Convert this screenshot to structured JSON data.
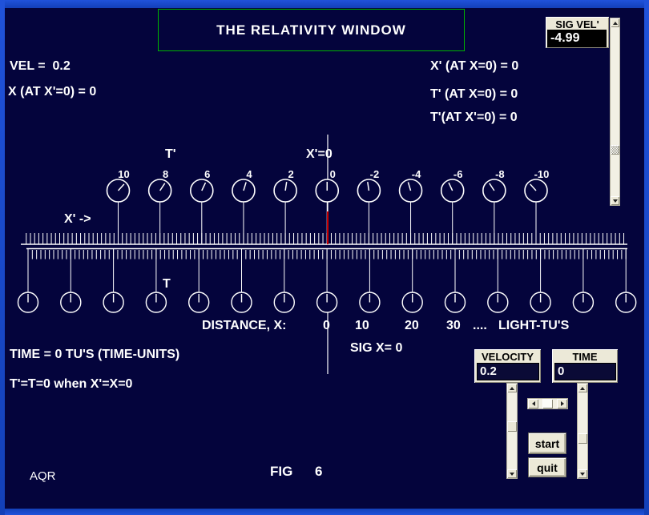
{
  "window": {
    "title": "THE RELATIVITY WINDOW"
  },
  "readouts": {
    "vel": "VEL =  0.2",
    "x_at_xp0": "X (AT X'=0) = 0",
    "xp_at_x0": "X' (AT X=0) = 0",
    "tp_at_x0": "T' (AT X=0) = 0",
    "tp_at_xp0": "T'(AT X'=0) = 0",
    "time_line": "TIME = 0 TU'S (TIME-UNITS)",
    "sync_line": "T'=T=0 when X'=X=0"
  },
  "sig_vel": {
    "label": "SIG VEL'",
    "value": "-4.99"
  },
  "controls": {
    "velocity": {
      "label": "VELOCITY",
      "value": "0.2"
    },
    "time": {
      "label": "TIME",
      "value": "0"
    },
    "start_label": "start",
    "quit_label": "quit"
  },
  "diagram": {
    "top_axis_label": "T'",
    "origin_label": "X'=0",
    "xprime_arrow_label": "X' ->",
    "bottom_axis_label": "T",
    "upper_clock_labels": [
      "10",
      "8",
      "6",
      "4",
      "2",
      "0",
      "-2",
      "-4",
      "-6",
      "-8",
      "-10"
    ],
    "upper_clock_hand_deg_per_unit": 4.2,
    "lower_clock_count": 15,
    "distance_prefix": "DISTANCE, X:",
    "distance_values": [
      "0",
      "10",
      "20",
      "30"
    ],
    "distance_dots": "....",
    "distance_units": "LIGHT-TU'S",
    "sig_x": "SIG X= 0"
  },
  "footer": {
    "fig_label": "FIG",
    "fig_number": "6",
    "credit": "AQR"
  },
  "colors": {
    "background": "#04043C",
    "frame_blue": "#2052DA",
    "title_border_green": "#00B400",
    "panel_cream": "#ECE9D8",
    "value_box_navy": "#0A0A36",
    "value_box_black": "#000000",
    "line_white": "#FFFFFF",
    "marker_red": "#CC0000"
  }
}
